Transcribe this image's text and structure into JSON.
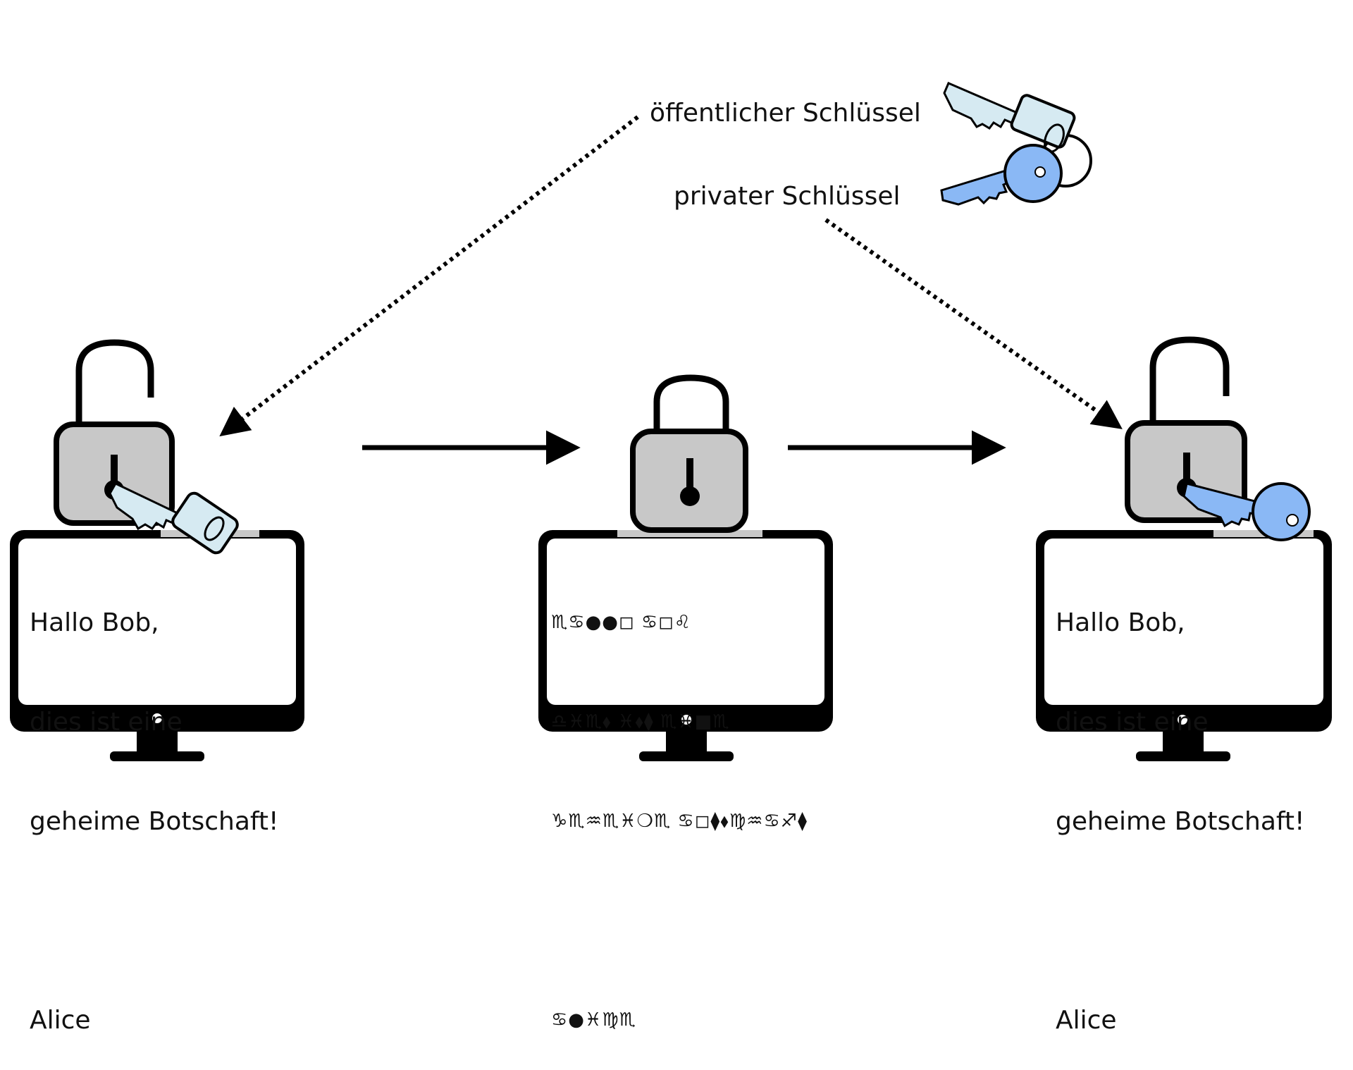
{
  "labels": {
    "public_key": "öffentlicher Schlüssel",
    "private_key": "privater Schlüssel"
  },
  "left_screen": {
    "lines": [
      "Hallo Bob,",
      "dies ist eine",
      "geheime Botschaft!",
      "",
      "Alice"
    ]
  },
  "middle_screen": {
    "lines": [
      "♏♋●●◻ ♋◻♌",
      "♎♓♏⬧ ♓⬧⧫ ♏♓■♏",
      "♑♏♒♏♓❍♏ ♋◻⧫⬧♍♒♋♐⧫",
      "",
      "♋●♓♍♏"
    ]
  },
  "right_screen": {
    "lines": [
      "Hallo Bob,",
      "dies ist eine",
      "geheime Botschaft!",
      "",
      "Alice"
    ]
  },
  "colors": {
    "public_key": "#d6eaf2",
    "private_key": "#8ab8f5",
    "lock_body": "#c8c8c8",
    "outline": "#000000"
  }
}
